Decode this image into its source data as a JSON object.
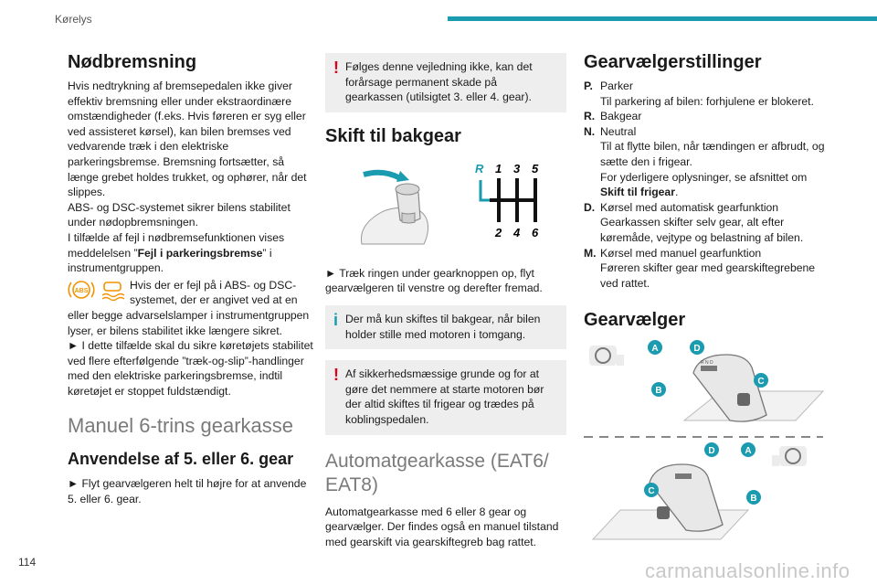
{
  "header": {
    "section": "Kørelys"
  },
  "page_number": "114",
  "watermark": "carmanualsonline.info",
  "col1": {
    "nod_title": "Nødbremsning",
    "nod_p1": "Hvis nedtrykning af bremsepedalen ikke giver effektiv bremsning eller under ekstraordinære omstændigheder (f.eks. Hvis føreren er syg eller ved assisteret kørsel), kan bilen bremses ved vedvarende træk i den elektriske parkeringsbremse. Bremsning fortsætter, så længe grebet holdes trukket, og ophører, når det slippes.",
    "nod_p2": "ABS- og DSC-systemet sikrer bilens stabilitet under nødopbremsningen.",
    "nod_p3a": "I tilfælde af fejl i nødbremsefunktionen vises meddelelsen ”",
    "nod_p3b": "Fejl i parkeringsbremse",
    "nod_p3c": "” i instrumentgruppen.",
    "nod_p4": "Hvis der er fejl på i ABS- og DSC-systemet, der er angivet ved at en eller begge advarselslamper i instrumentgruppen lyser, er bilens stabilitet ikke længere sikret.",
    "nod_p5": "► I dette tilfælde skal du sikre køretøjets stabilitet ved flere efterfølgende ”træk-og-slip”-handlinger med den elektriske parkeringsbremse, indtil køretøjet er stoppet fuldstændigt.",
    "manual_title": "Manuel 6-trins gearkasse",
    "gear56_title": "Anvendelse af 5. eller 6. gear",
    "gear56_p": "► Flyt gearvælgeren helt til højre for at anvende 5. eller 6.  gear."
  },
  "col2": {
    "warn1": "Følges denne vejledning ikke, kan det forårsage permanent skade på gearkassen (utilsigtet 3. eller 4. gear).",
    "reverse_title": "Skift til bakgear",
    "gear_pattern": {
      "r": "R",
      "top": [
        "1",
        "3",
        "5"
      ],
      "bottom": [
        "2",
        "4",
        "6"
      ]
    },
    "reverse_p": "► Træk ringen under gearknoppen op, flyt gearvælgeren til venstre og derefter fremad.",
    "info1": "Der må kun skiftes til bakgear, når bilen holder stille med motoren i tomgang.",
    "warn2": "Af sikkerhedsmæssige grunde og for at gøre det nemmere at starte motoren bør der altid skiftes til frigear og trædes på koblingspedalen.",
    "auto_title": "Automatgearkasse (EAT6/ EAT8)",
    "auto_p": "Automatgearkasse med 6 eller 8 gear og gearvælger. Der findes også en manuel tilstand med gearskift via gearskiftegreb bag rattet."
  },
  "col3": {
    "positions_title": "Gearvælgerstillinger",
    "positions": [
      {
        "key": "P.",
        "lines": [
          "Parker",
          "Til parkering af bilen: forhjulene er blokeret."
        ]
      },
      {
        "key": "R.",
        "lines": [
          "Bakgear"
        ]
      },
      {
        "key": "N.",
        "lines": [
          "Neutral",
          "Til at flytte bilen, når tændingen er afbrudt, og sætte den i frigear.",
          "For yderligere oplysninger, se afsnittet om"
        ],
        "bold_tail": "Skift til frigear",
        "tail_after": "."
      },
      {
        "key": "D.",
        "lines": [
          "Kørsel med automatisk gearfunktion",
          "Gearkassen skifter selv gear, alt efter køremåde, vejtype og belastning af bilen."
        ]
      },
      {
        "key": "M.",
        "lines": [
          "Kørsel med manuel gearfunktion",
          "Føreren skifter gear med gearskiftegrebene ved rattet."
        ]
      }
    ],
    "selector_title": "Gearvælger",
    "callouts_top": [
      "A",
      "D",
      "C",
      "B"
    ],
    "callouts_bottom": [
      "D",
      "A",
      "C",
      "B"
    ]
  },
  "colors": {
    "accent": "#1b9bb0",
    "warning": "#e1001a",
    "lamp": "#f39200",
    "callout": "#1b9bb0"
  }
}
